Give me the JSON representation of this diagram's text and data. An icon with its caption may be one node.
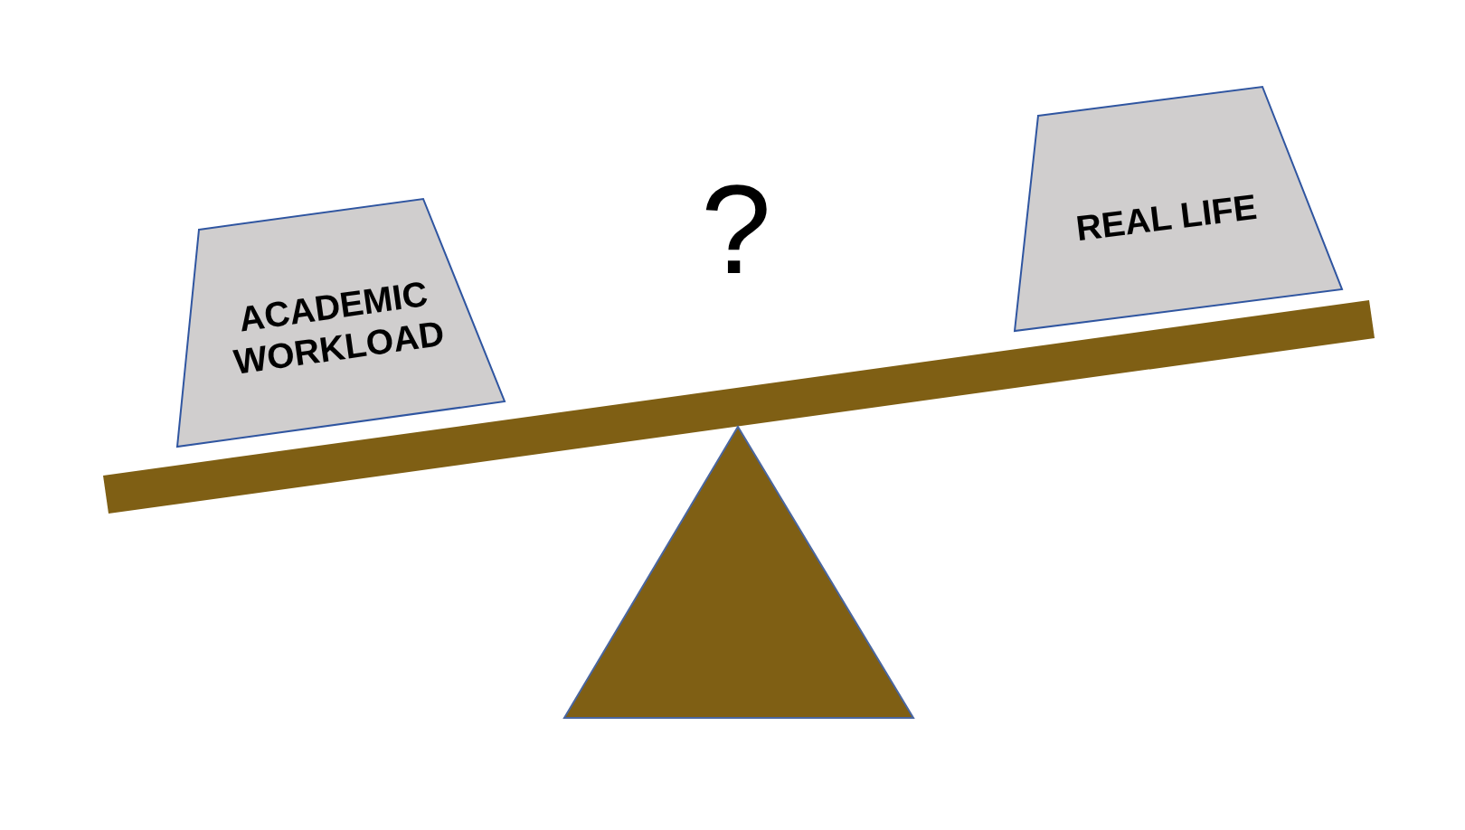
{
  "diagram": {
    "nodes": [
      {
        "text": [
          "ACADEMIC WORKLOAD"
        ]
      },
      {
        "text": [
          "REAL LIFE"
        ]
      },
      {
        "text": [],
        "shape": "bar"
      },
      {
        "text": [],
        "shape": "triangle"
      }
    ],
    "labels": [
      "?"
    ]
  }
}
